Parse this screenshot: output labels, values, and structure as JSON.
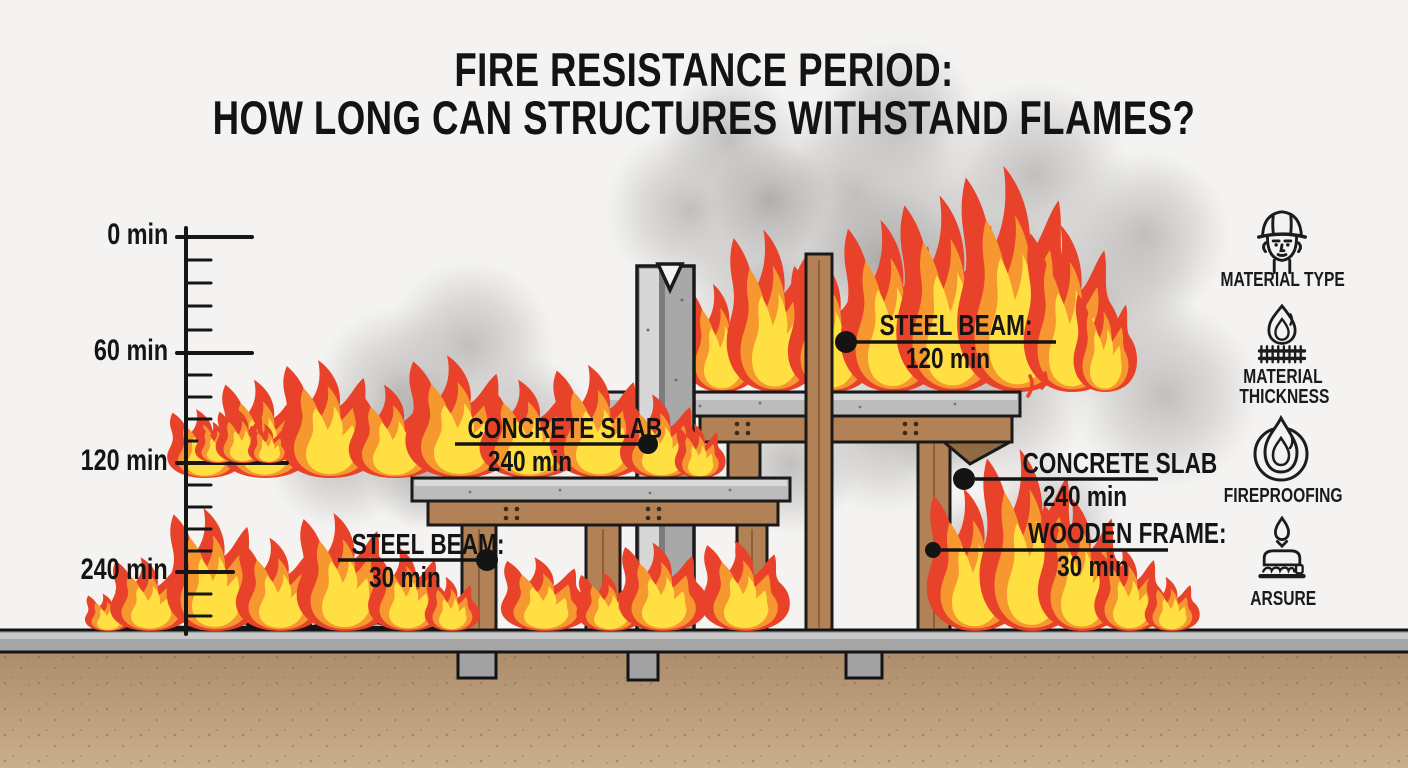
{
  "title": {
    "line1": "FIRE RESISTANCE PERIOD:",
    "line2": "HOW LONG CAN STRUCTURES WITHSTAND FLAMES?"
  },
  "timeline": {
    "tick_labels": [
      "0 min",
      "60 min",
      "120 min",
      "240 min"
    ]
  },
  "callouts": [
    {
      "material": "STEEL BEAM:",
      "duration": "30 min"
    },
    {
      "material": "CONCRETE SLAB",
      "duration": "240 min"
    },
    {
      "material": "STEEL BEAM:",
      "duration": "120 min"
    },
    {
      "material": "CONCRETE SLAB",
      "duration": "240 min"
    },
    {
      "material": "WOODEN FRAME:",
      "duration": "30 min"
    }
  ],
  "legend": [
    {
      "icon": "worker-helmet-icon",
      "label": "MATERIAL TYPE"
    },
    {
      "icon": "flame-over-grid-icon",
      "label": "MATERIAL THICKNESS"
    },
    {
      "icon": "flame-in-circle-icon",
      "label": "FIREPROOFING"
    },
    {
      "icon": "press-drop-icon",
      "label": "ARSURE"
    }
  ],
  "colors": {
    "background": "#f4f3f1",
    "ink": "#141414",
    "flame_red": "#e8432a",
    "flame_orange": "#f6982f",
    "flame_yellow": "#ffdf42",
    "wood": "#b28155",
    "concrete": "#bcbcbc",
    "steel_light": "#d7d7d7",
    "smoke": "#bfbdbb",
    "soil": "#b59674"
  }
}
